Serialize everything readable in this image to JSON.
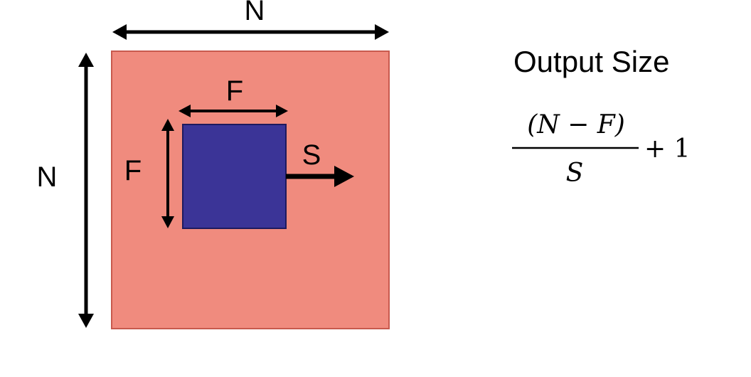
{
  "diagram": {
    "outer_label_top": "N",
    "outer_label_left": "N",
    "filter_label_top": "F",
    "filter_label_left": "F",
    "stride_label": "S",
    "outer_fill": "#f08b7e",
    "outer_stroke": "#c85a4e",
    "filter_fill": "#3b3497",
    "filter_stroke": "#1e1a5e",
    "arrow_color": "#000000"
  },
  "formula": {
    "title": "Output Size",
    "numerator": "(N − F)",
    "denominator": "S",
    "suffix": "+ 1"
  }
}
